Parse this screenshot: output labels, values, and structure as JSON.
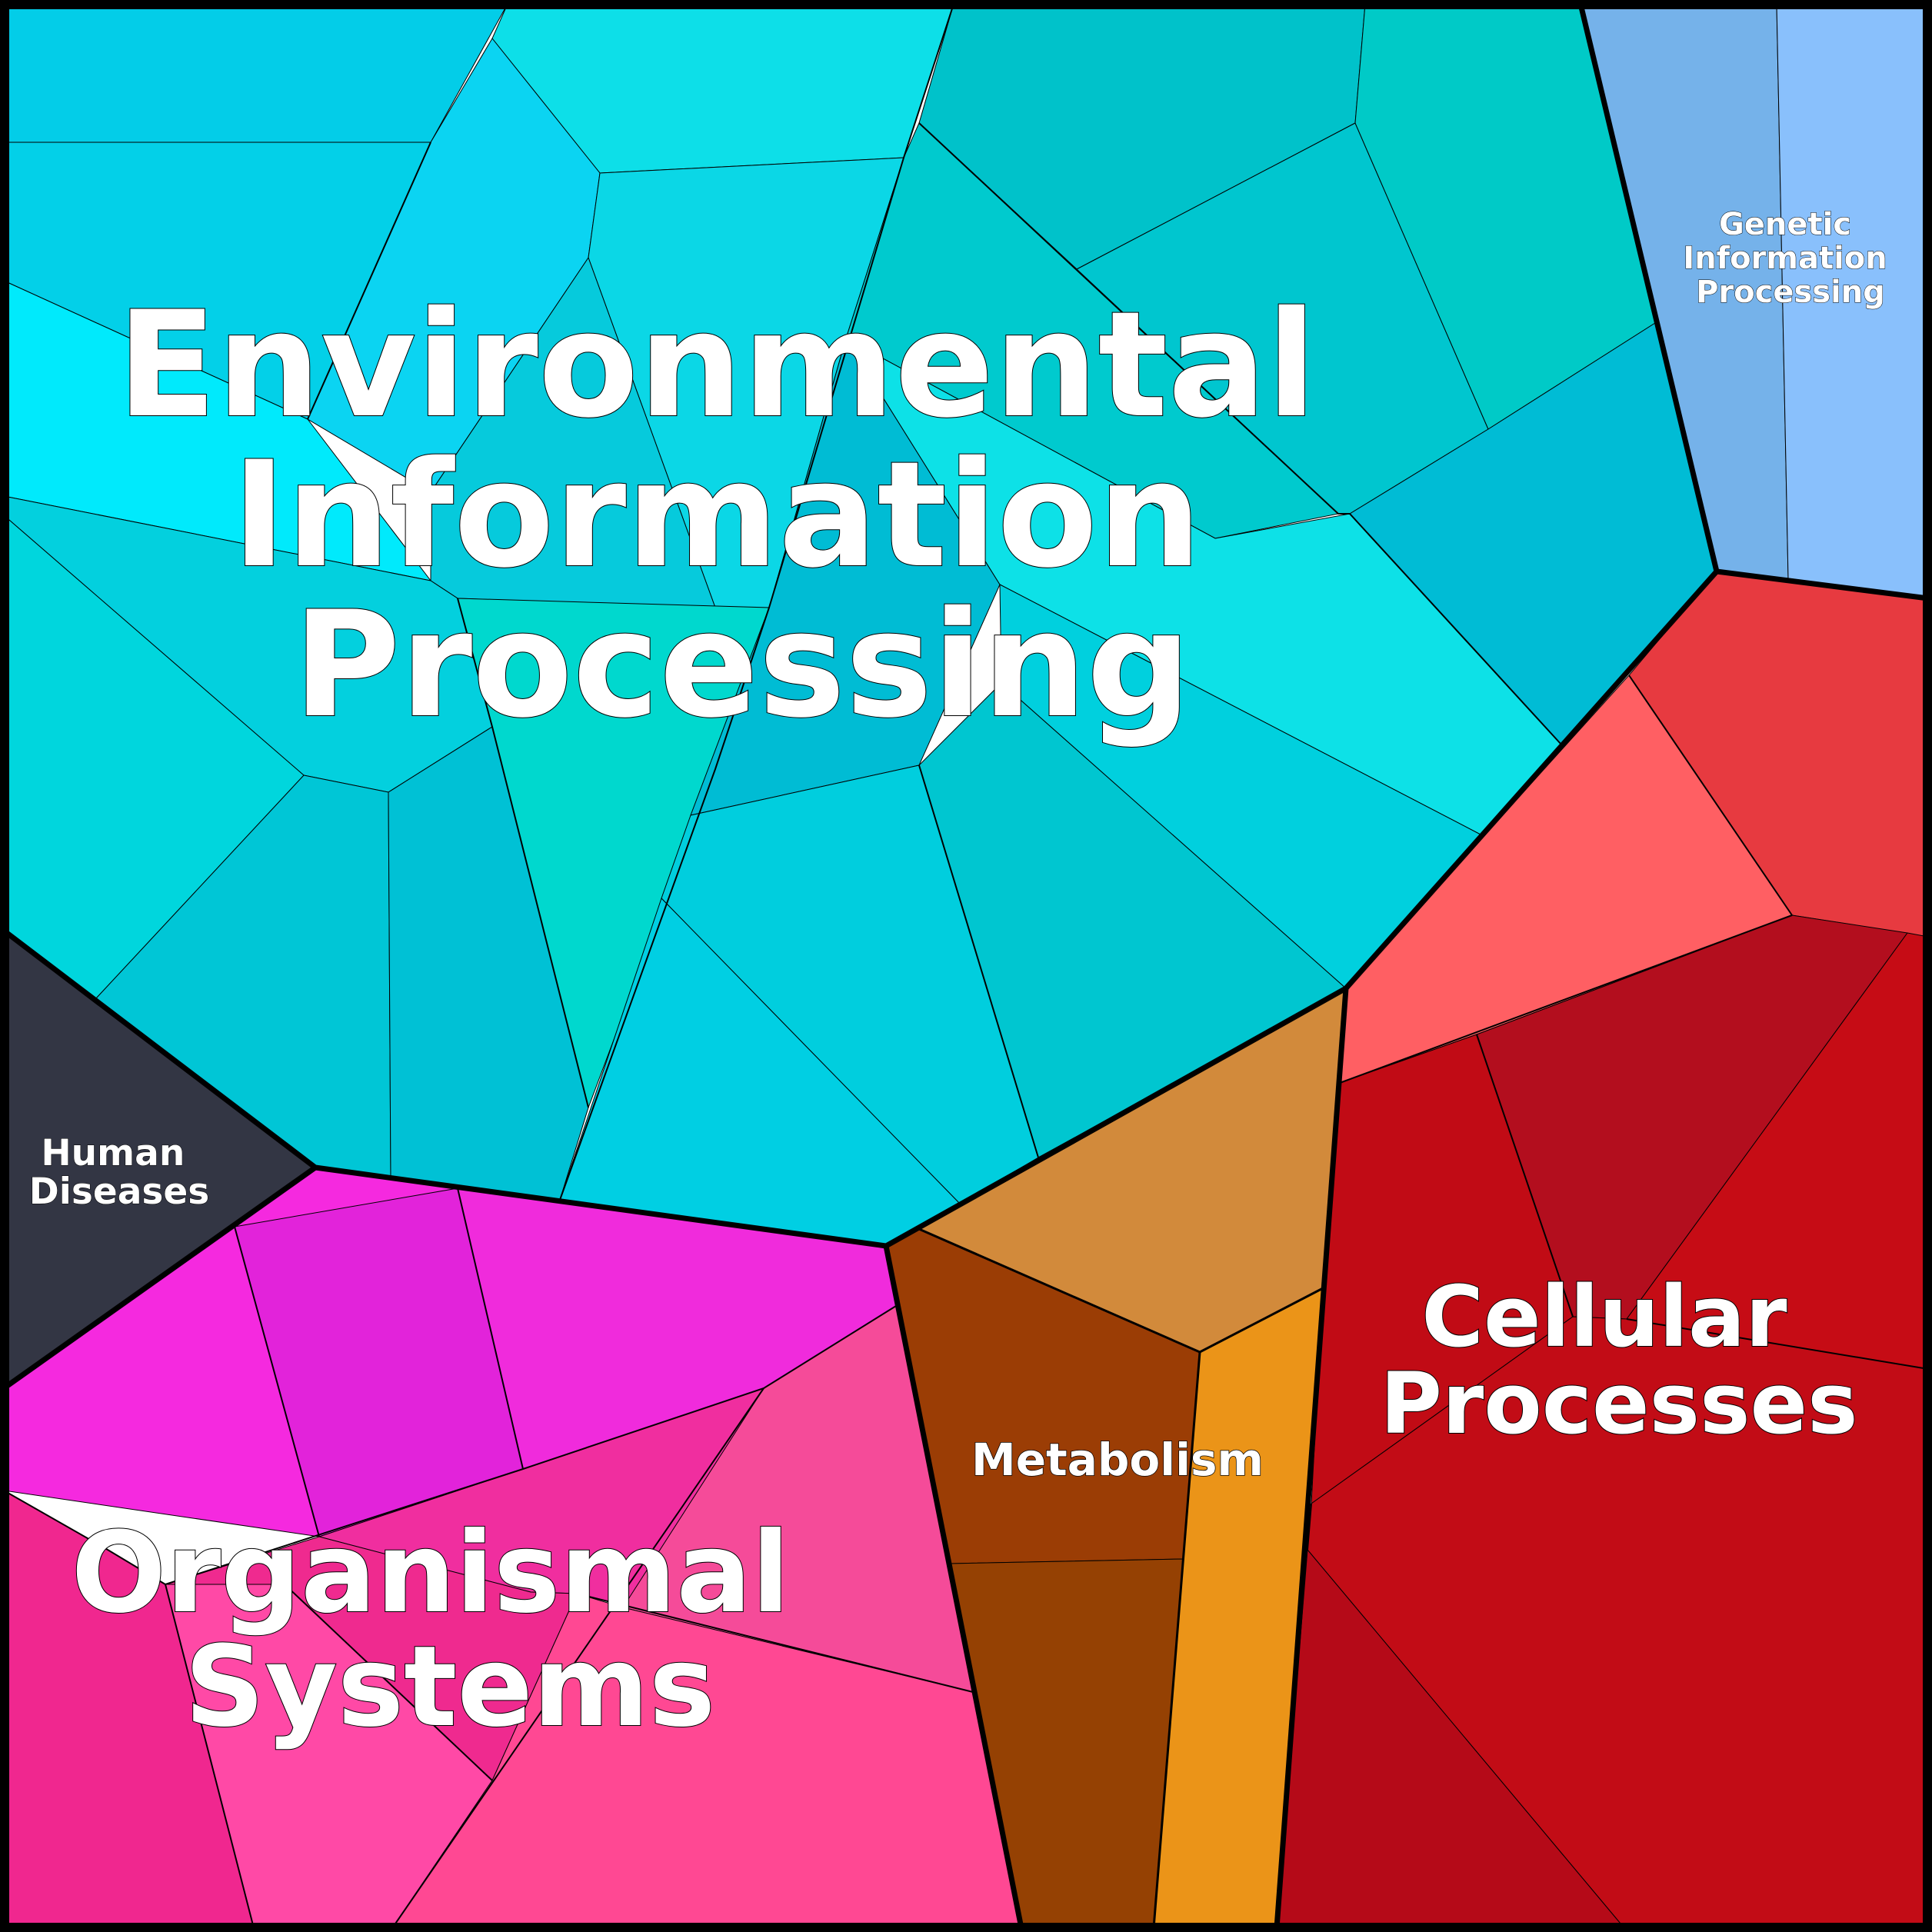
{
  "diagram": {
    "type": "voronoi-treemap",
    "groups": [
      {
        "id": "environmental",
        "label_lines": [
          "Environmental",
          "Information",
          "Processing"
        ],
        "color": "#00CCDD"
      },
      {
        "id": "genetic",
        "label_lines": [
          "Genetic",
          "Information",
          "Processing"
        ],
        "color": "#7EB6F0"
      },
      {
        "id": "cellular",
        "label_lines": [
          "Cellular",
          "Processes"
        ],
        "color": "#C00A16"
      },
      {
        "id": "metabolism",
        "label_lines": [
          "Metabolism"
        ],
        "color": "#9B3D05"
      },
      {
        "id": "organismal",
        "label_lines": [
          "Organismal",
          "Systems"
        ],
        "color": "#F02BA6"
      },
      {
        "id": "human",
        "label_lines": [
          "Human",
          "Diseases"
        ],
        "color": "#333644"
      }
    ]
  }
}
